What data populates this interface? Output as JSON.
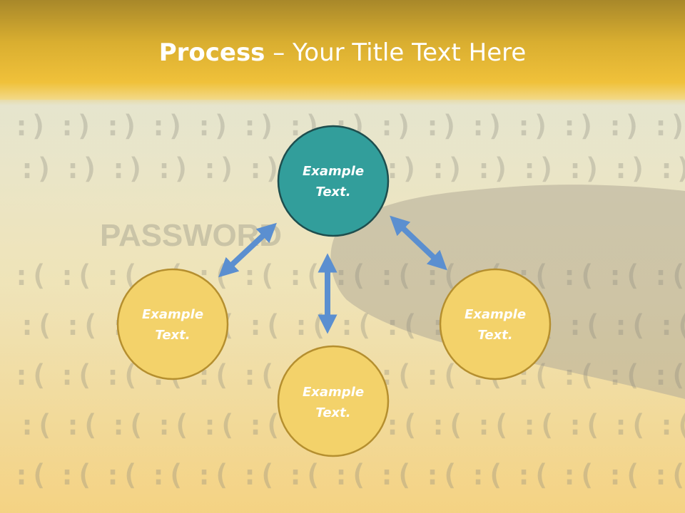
{
  "slide": {
    "title_bold": "Process",
    "title_rest": " – Your Title Text Here",
    "background_word": "PASSWORD"
  },
  "diagram": {
    "nodes": [
      {
        "id": "top",
        "label_line1": "Example",
        "label_line2": "Text.",
        "fill": "#329e9b",
        "stroke": "#1e4e4e"
      },
      {
        "id": "left",
        "label_line1": "Example",
        "label_line2": "Text.",
        "fill": "#f3d26a",
        "stroke": "#b58f2f"
      },
      {
        "id": "bottom",
        "label_line1": "Example",
        "label_line2": "Text.",
        "fill": "#f3d26a",
        "stroke": "#b58f2f"
      },
      {
        "id": "right",
        "label_line1": "Example",
        "label_line2": "Text.",
        "fill": "#f3d26a",
        "stroke": "#b58f2f"
      }
    ],
    "arrow_color": "#5b8fd0"
  },
  "colors": {
    "title_text": "#ffffff",
    "band": "#f0c13a"
  }
}
